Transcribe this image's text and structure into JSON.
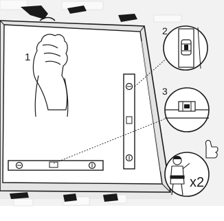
{
  "diagram": {
    "steps": [
      {
        "number": "1",
        "depicts": "hand-pressing-frame"
      },
      {
        "number": "2",
        "depicts": "level-bubble-zoom"
      },
      {
        "number": "3",
        "depicts": "level-bubble-zoom"
      }
    ],
    "people_multiplier": "x2",
    "icons": [
      "hand-icon",
      "spirit-level-icon",
      "bubble-vial-icon",
      "person-thumbs-up-icon"
    ],
    "colors": {
      "line": "#1a1a1a",
      "wall": "#f2f2f2",
      "frame_bevel": "#e4e4e4",
      "panel": "#ffffff"
    }
  }
}
